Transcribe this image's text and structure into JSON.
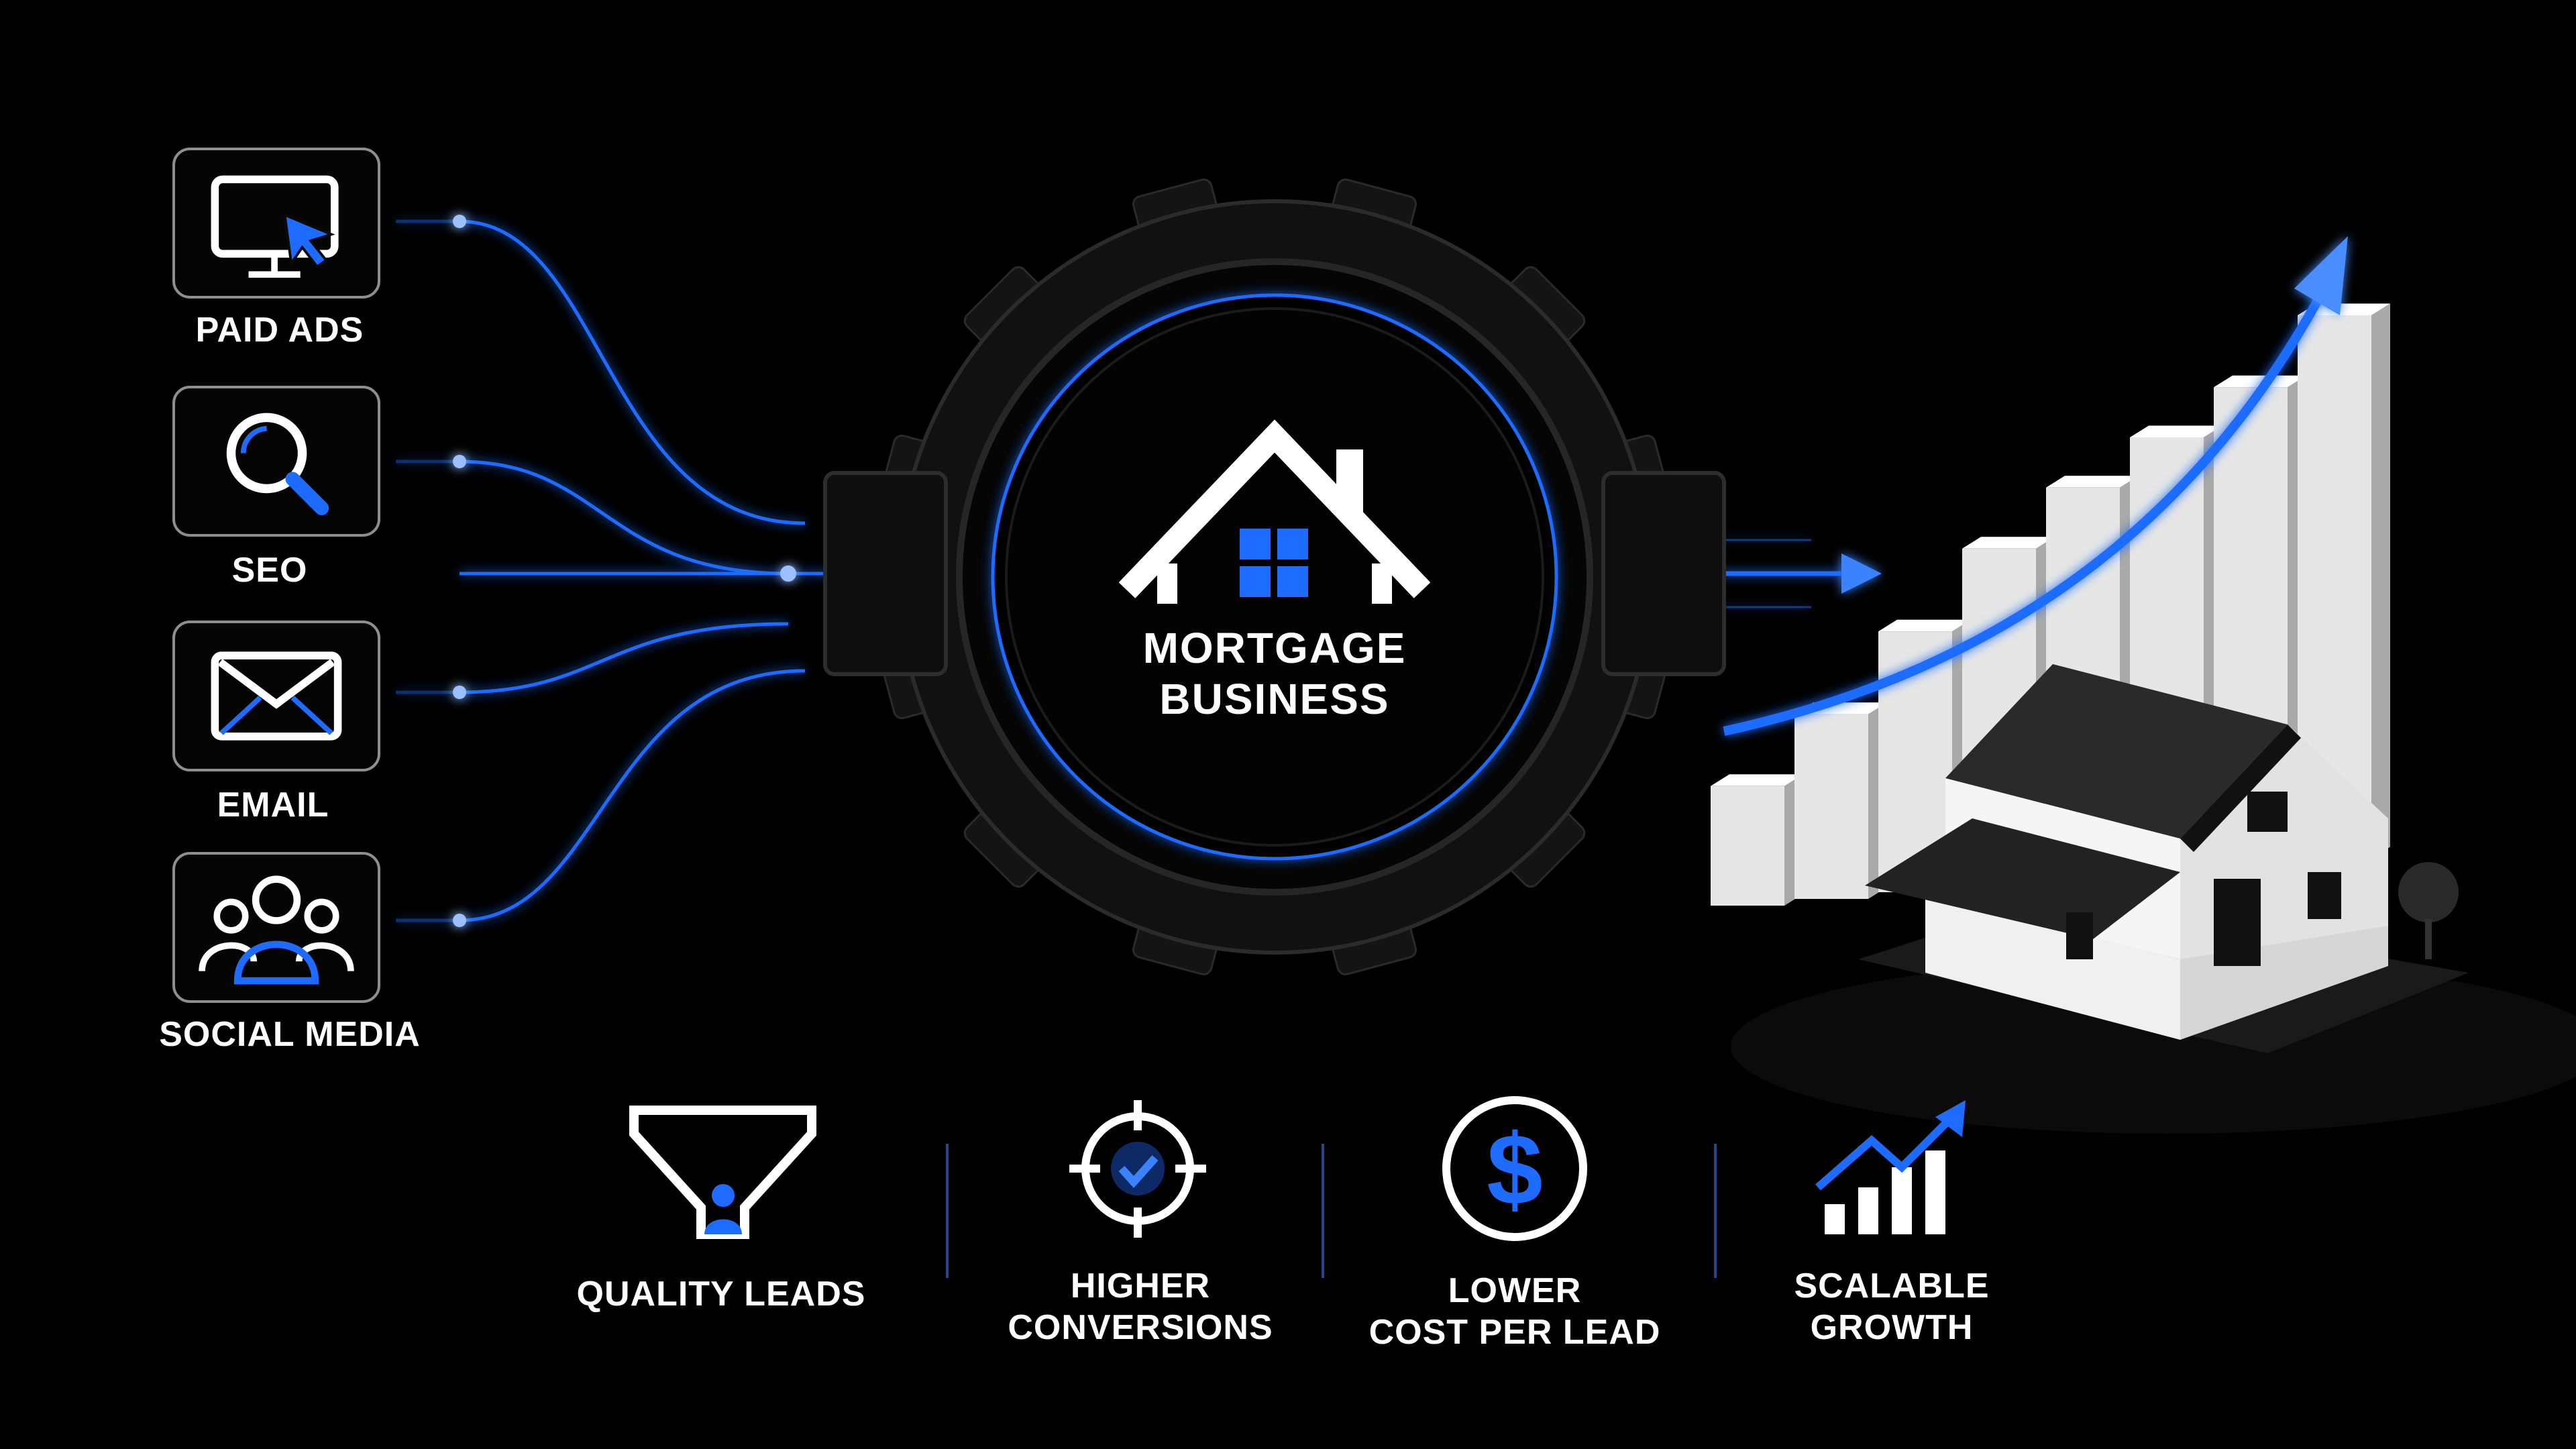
{
  "channels": [
    {
      "label": "PAID ADS",
      "icon": "monitor-cursor-icon"
    },
    {
      "label": "SEO",
      "icon": "magnifier-icon"
    },
    {
      "label": "EMAIL",
      "icon": "envelope-icon"
    },
    {
      "label": "SOCIAL MEDIA",
      "icon": "people-group-icon"
    }
  ],
  "hub": {
    "line1": "MORTGAGE",
    "line2": "BUSINESS",
    "icon": "house-icon"
  },
  "benefits": [
    {
      "line1": "QUALITY LEADS",
      "line2": "",
      "icon": "funnel-person-icon"
    },
    {
      "line1": "HIGHER",
      "line2": "CONVERSIONS",
      "icon": "target-check-icon"
    },
    {
      "line1": "LOWER",
      "line2": "COST PER LEAD",
      "icon": "dollar-circle-icon"
    },
    {
      "line1": "SCALABLE",
      "line2": "GROWTH",
      "icon": "growth-bars-icon"
    }
  ],
  "growth_chart": {
    "bar_levels": [
      0.22,
      0.34,
      0.48,
      0.62,
      0.72,
      0.8,
      0.88,
      1.0
    ]
  },
  "colors": {
    "accent": "#1e6cff",
    "background": "#000000",
    "text": "#ffffff",
    "bar": "#e6e6e6"
  }
}
